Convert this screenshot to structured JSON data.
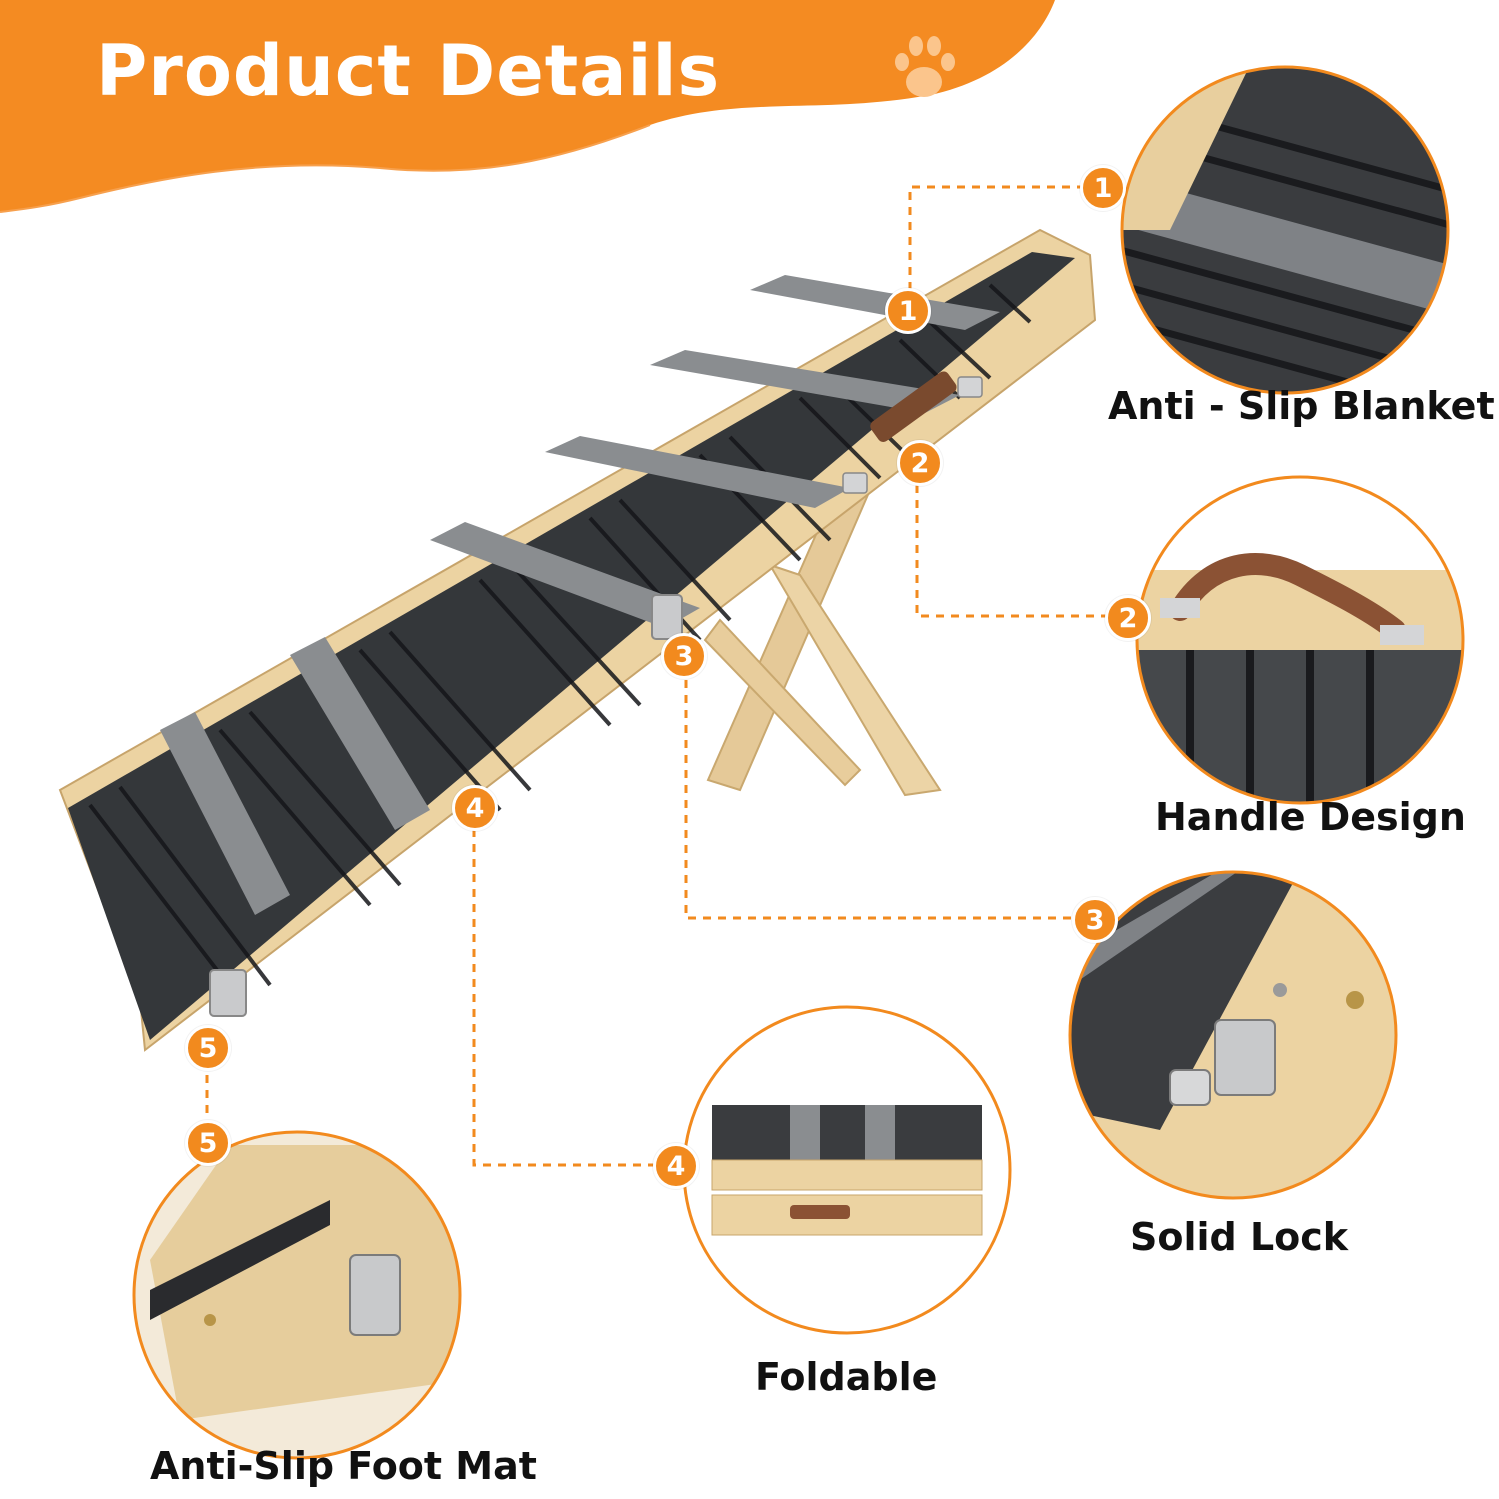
{
  "header": {
    "title": "Product Details"
  },
  "colors": {
    "accent": "#f28a1e",
    "banner": "#f48b22",
    "wood": "#e9d2a3",
    "carpet_dark": "#2e3033",
    "carpet_light": "#6c6f73",
    "text": "#111111"
  },
  "icons": {
    "paw": "paw-icon"
  },
  "features": [
    {
      "number": "1",
      "label": "Anti - Slip Blanket"
    },
    {
      "number": "2",
      "label": "Handle Design"
    },
    {
      "number": "3",
      "label": "Solid Lock"
    },
    {
      "number": "4",
      "label": "Foldable"
    },
    {
      "number": "5",
      "label": "Anti-Slip Foot Mat"
    }
  ]
}
